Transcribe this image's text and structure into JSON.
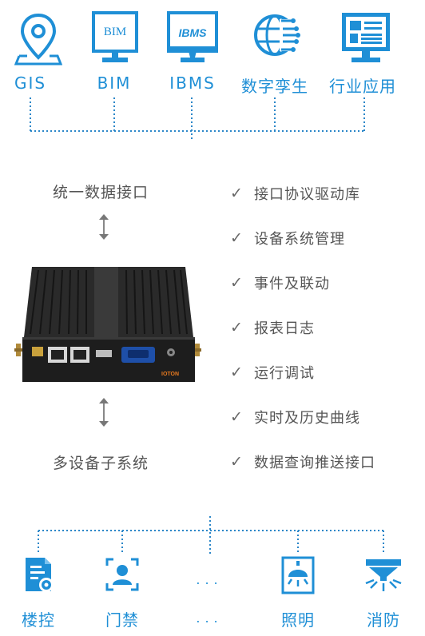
{
  "top_systems": [
    {
      "label": "GIS",
      "icon": "location-pin-icon"
    },
    {
      "label": "BIM",
      "icon": "monitor-icon"
    },
    {
      "label": "IBMS",
      "icon": "monitor-icon"
    },
    {
      "label": "数字孪生",
      "icon": "globe-network-icon"
    },
    {
      "label": "行业应用",
      "icon": "monitor-dashboard-icon"
    }
  ],
  "monitor_texts": {
    "bim": "BIM",
    "ibms": "IBMS"
  },
  "left_texts": {
    "top": "统一数据接口",
    "bottom": "多设备子系统"
  },
  "features": [
    "接口协议驱动库",
    "设备系统管理",
    "事件及联动",
    "报表日志",
    "运行调试",
    "实时及历史曲线",
    "数据查询推送接口"
  ],
  "check_mark": "✓",
  "bottom_systems": [
    {
      "label": "楼控",
      "icon": "building-control-icon"
    },
    {
      "label": "门禁",
      "icon": "person-frame-icon"
    },
    {
      "label": "...",
      "icon": "ellipsis"
    },
    {
      "label": "照明",
      "icon": "lamp-icon"
    },
    {
      "label": "消防",
      "icon": "sprinkler-icon"
    }
  ],
  "ellipsis_middle": "...",
  "device_brand": "IOTON",
  "accent_color": "#1f8fd6",
  "line_color": "#2a86c8"
}
